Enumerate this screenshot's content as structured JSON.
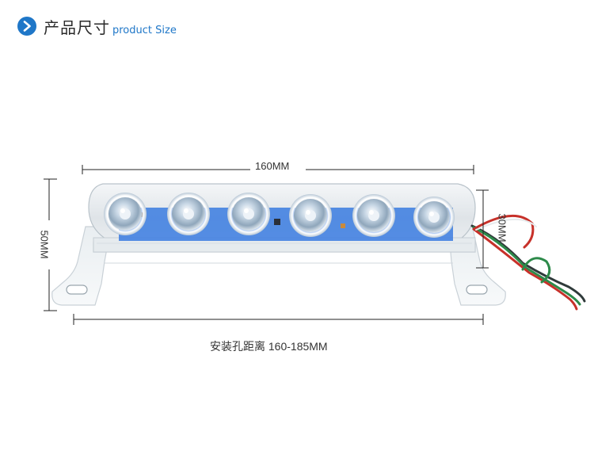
{
  "header": {
    "icon": "chevron-right-icon",
    "title_cn": "产品尺寸",
    "title_en": "product Size",
    "accent_color": "#1f77c8"
  },
  "dimensions": {
    "length": "160MM",
    "height": "50MM",
    "depth": "30MM",
    "mount_spacing": "安装孔距离 160-185MM"
  },
  "product": {
    "led_count": 6
  }
}
